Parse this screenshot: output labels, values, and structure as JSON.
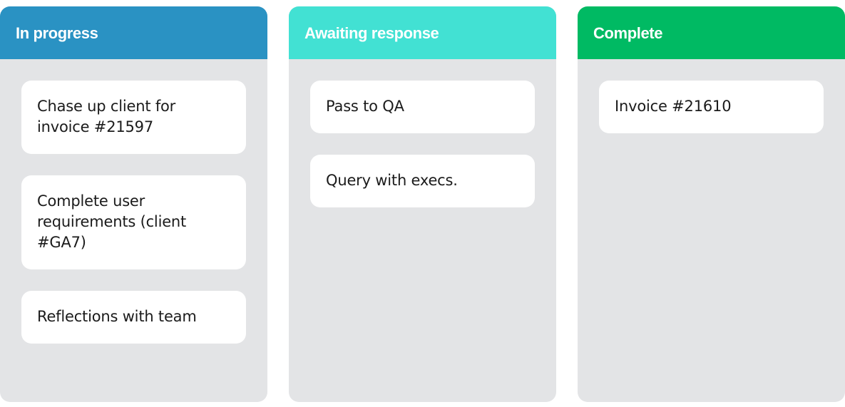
{
  "columns": [
    {
      "title": "In progress",
      "color": "#2a92c3",
      "cards": [
        {
          "text": "Chase up client for invoice #21597"
        },
        {
          "text": "Complete user requirements (client #GA7)"
        },
        {
          "text": "Reflections with team"
        }
      ]
    },
    {
      "title": "Awaiting response",
      "color": "#42e1d3",
      "cards": [
        {
          "text": "Pass to QA"
        },
        {
          "text": "Query with execs."
        }
      ]
    },
    {
      "title": "Complete",
      "color": "#00ba63",
      "cards": [
        {
          "text": "Invoice #21610"
        }
      ]
    }
  ]
}
